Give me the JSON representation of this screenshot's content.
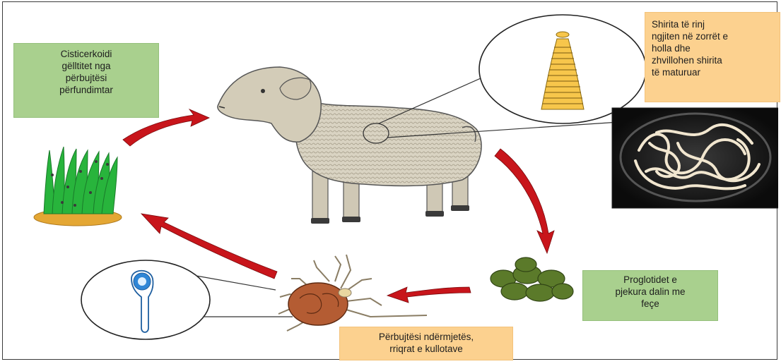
{
  "labels": {
    "definitive_host": "Cisticerkoidi\ngëlltitet nga\npërbujtësi\npërfundimtar",
    "young_tapeworms": "Shirita të rinj\nngjiten në zorrët e\nholla dhe\nzhvillohen shirita\ntë maturuar",
    "proglottids": "Proglotidet e\npjekura dalin me\nfeçe",
    "intermediate_host": "Përbujtësi ndërmjetës,\nrriqrat e kullotave"
  },
  "colors": {
    "arrow_red": "#c8151b",
    "green_box": "#a9d08e",
    "orange_box": "#fcd18f",
    "sheep_wool": "#d9d3c2",
    "grass": "#28b43c",
    "soil": "#e4a734",
    "feces": "#5b7a2a",
    "mite_body": "#b45c33",
    "circle_blue": "#2f86d6",
    "petri_background": "#111111"
  },
  "icons": [
    "sheep-icon",
    "tapeworm-icon",
    "grass-icon",
    "feces-icon",
    "mite-icon",
    "cysticercoid-icon",
    "petri-dish-photo"
  ]
}
